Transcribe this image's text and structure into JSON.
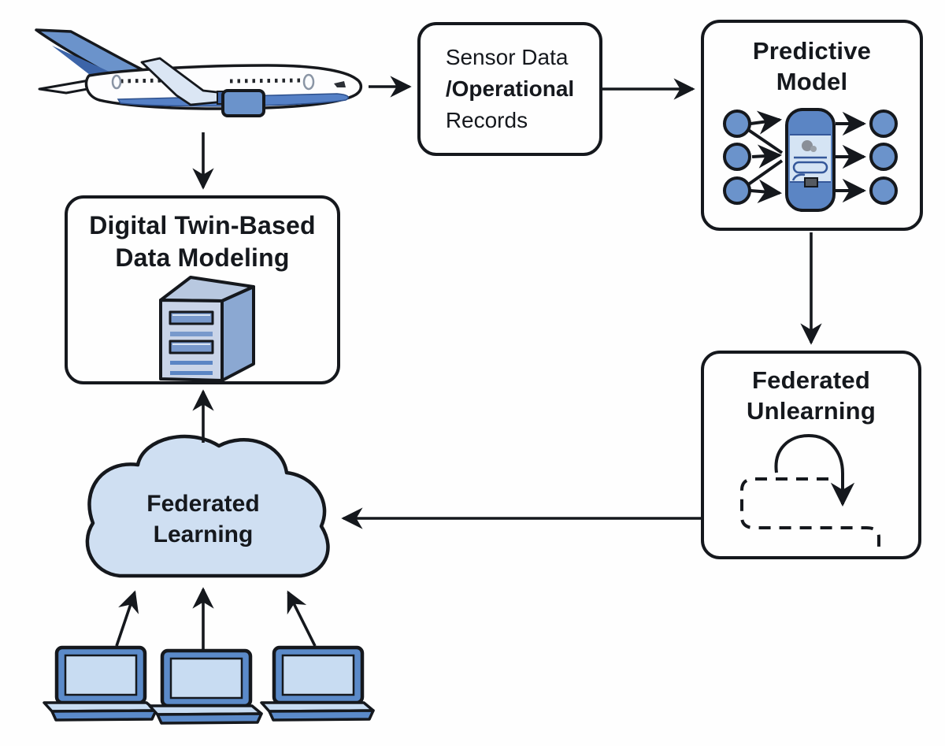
{
  "figure": {
    "background": "#fefefe",
    "colors": {
      "outline": "#15181d",
      "node_blue": "#6b93cb",
      "deep_blue": "#3c64a8",
      "stripe_blue": "#5580c6",
      "cloud_blue": "#cfdff2",
      "wing_blue": "#dbe6f4",
      "screen_blue": "#c8dcf2",
      "server_front": "#c9d4e8",
      "server_side": "#8ba8d2",
      "server_top": "#b8c8e0",
      "slot_blue": "#7899cc"
    },
    "nodes": {
      "airplane": {
        "icon": "airplane-icon"
      },
      "sensor": {
        "lines": [
          "Sensor Data",
          "/Operational",
          "Records"
        ]
      },
      "predictive": {
        "title_lines": [
          "Predictive",
          "Model"
        ],
        "icon": "neural-network-icon"
      },
      "digital_twin": {
        "title_lines": [
          "Digital Twin-Based",
          "Data Modeling"
        ],
        "icon": "server-icon"
      },
      "federated_unlearning": {
        "title_lines": [
          "Federated",
          "Unlearning"
        ],
        "icon": "unlearning-loop-icon"
      },
      "federated_learning": {
        "title_lines": [
          "Federated",
          "Learning"
        ],
        "icon": "cloud-icon"
      },
      "clients": {
        "icon": "laptop-icon",
        "count": 3
      }
    },
    "edges": [
      {
        "from": "airplane",
        "to": "sensor"
      },
      {
        "from": "sensor",
        "to": "predictive"
      },
      {
        "from": "airplane",
        "to": "digital_twin"
      },
      {
        "from": "predictive",
        "to": "federated_unlearning"
      },
      {
        "from": "federated_unlearning",
        "to": "federated_learning"
      },
      {
        "from": "federated_learning",
        "to": "digital_twin"
      },
      {
        "from": "client_1",
        "to": "federated_learning"
      },
      {
        "from": "client_2",
        "to": "federated_learning"
      },
      {
        "from": "client_3",
        "to": "federated_learning"
      }
    ]
  }
}
